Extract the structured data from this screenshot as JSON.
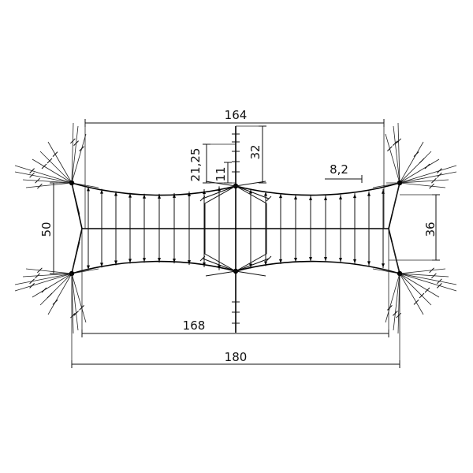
{
  "dimensions": {
    "top_width": "164",
    "inner_width": "168",
    "overall_width": "180",
    "left_height": "50",
    "right_height": "36",
    "mast_height": "32",
    "upper_offset": "21,25",
    "small_offset": "11",
    "corner_offset": "8,2"
  }
}
